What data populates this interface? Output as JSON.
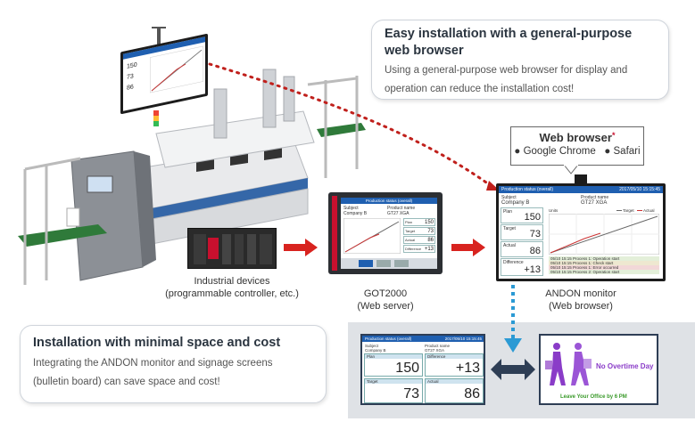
{
  "callout_top": {
    "title": "Easy installation with a general-purpose web browser",
    "body": "Using a general-purpose web browser for display and operation can reduce the installation cost!"
  },
  "callout_bottom": {
    "title": "Installation with minimal space and cost",
    "body": "Integrating the ANDON monitor and signage screens (bulletin board) can save space and cost!"
  },
  "web_browser_box": {
    "title": "Web browser",
    "asterisk": "*",
    "options": [
      "Google Chrome",
      "Safari"
    ]
  },
  "labels": {
    "industrial_devices": "Industrial devices",
    "industrial_devices_sub": "(programmable controller, etc.)",
    "got2000": "GOT2000",
    "got2000_sub": "(Web server)",
    "andon": "ANDON monitor",
    "andon_sub": "(Web browser)"
  },
  "got_screen": {
    "title": "Production status (overall)",
    "subject": "Subject",
    "company": "Company B",
    "product": "Product name",
    "product_val": "GT27 XGA",
    "rows": [
      {
        "label": "Plan",
        "value": "150"
      },
      {
        "label": "Target",
        "value": "73"
      },
      {
        "label": "Actual",
        "value": "86"
      },
      {
        "label": "Difference",
        "value": "+13"
      }
    ]
  },
  "andon_screen": {
    "title": "Production status (overall)",
    "datetime": "2017/05/10 15:15:45",
    "subject": "Subject",
    "company": "Company B",
    "product": "Product name",
    "product_val": "GT27 XGA",
    "legend_target": "Target",
    "legend_actual": "Actual",
    "units": "Units",
    "plan": {
      "label": "Plan",
      "value": "150"
    },
    "target": {
      "label": "Target",
      "value": "73"
    },
    "actual": {
      "label": "Actual",
      "value": "86"
    },
    "difference": {
      "label": "Difference",
      "value": "+13"
    },
    "log": [
      "05/10 15:15 Process 1: Operation start",
      "05/10 15:15 Process 1: Check start",
      "05/10 15:15 Process 1: Error occurred",
      "05/10 15:15 Process 2: Operation start"
    ]
  },
  "signage_left": {
    "title": "Production status (overall)",
    "datetime": "2017/05/10 15:15:45",
    "subject": "Subject",
    "company": "Company B",
    "product": "Product name",
    "product_val": "GT27 XGA",
    "plan": {
      "label": "Plan",
      "value": "150"
    },
    "difference": {
      "label": "Difference",
      "value": "+13"
    },
    "target": {
      "label": "Target",
      "value": "73"
    },
    "actual": {
      "label": "Actual",
      "value": "86"
    }
  },
  "signage_right": {
    "headline": "No Overtime Day",
    "sub": "Leave Your Office by 6 PM"
  },
  "colors": {
    "red_arrow": "#d8231f",
    "dotted_red": "#c0201c",
    "blue_arrow": "#2b9ad4",
    "dark_arrow": "#2e3e55",
    "accent_red": "#c8102e",
    "title_blue": "#1f5fb0",
    "signage_purple": "#8a3cc8",
    "signage_green": "#3a9a2a"
  }
}
